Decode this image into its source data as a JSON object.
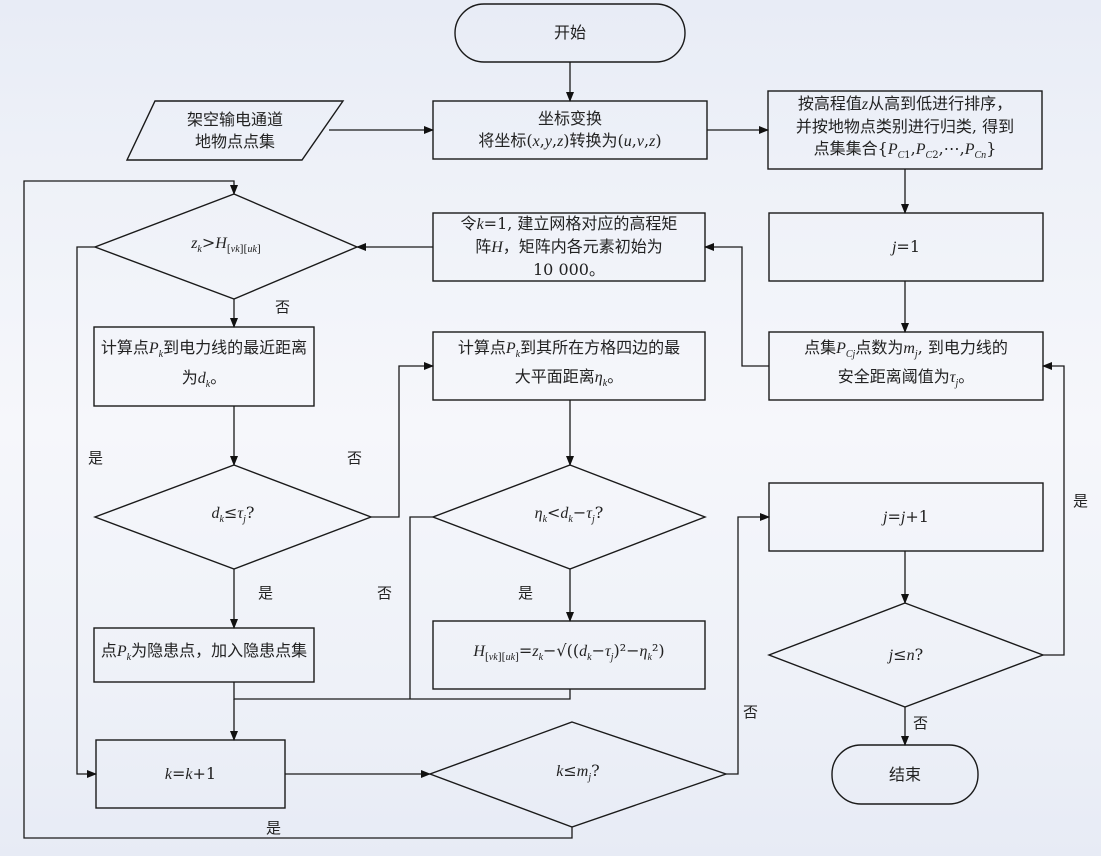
{
  "diagram": {
    "type": "flowchart",
    "nodes": {
      "start": {
        "kind": "terminator",
        "text": "开始"
      },
      "input": {
        "kind": "data",
        "lines": [
          "架空输电通道",
          "地物点点集"
        ]
      },
      "transform": {
        "kind": "process",
        "lines": [
          "坐标变换",
          "将坐标(x,y,z)转换为(u,v,z)"
        ]
      },
      "sort": {
        "kind": "process",
        "lines": [
          "按高程值z从高到低进行排序，",
          "并按地物点类别进行归类, 得到",
          "点集集合{P_C1,P_C2,⋯,P_Cn}"
        ]
      },
      "j_init": {
        "kind": "process",
        "text": "j=1"
      },
      "set_info": {
        "kind": "process",
        "lines": [
          "点集P_Cj点数为m_j, 到电力线的",
          "安全距离阈值为τ_j。"
        ]
      },
      "k_init": {
        "kind": "process",
        "lines": [
          "令k=1, 建立网格对应的高程矩",
          "阵H，矩阵内各元素初始为",
          "10 000。"
        ]
      },
      "cond_z": {
        "kind": "decision",
        "text": "z_k>H_[v_k][u_k]"
      },
      "calc_d": {
        "kind": "process",
        "lines": [
          "计算点P_k到电力线的最近距离",
          "为d_k。"
        ]
      },
      "calc_eta": {
        "kind": "process",
        "lines": [
          "计算点P_k到其所在方格四边的最",
          "大平面距离η_k。"
        ]
      },
      "cond_d": {
        "kind": "decision",
        "text": "d_k≤τ_j?"
      },
      "cond_eta": {
        "kind": "decision",
        "text": "η_k<d_k−τ_j?"
      },
      "hazard": {
        "kind": "process",
        "text": "点P_k为隐患点，加入隐患点集"
      },
      "update_H": {
        "kind": "process",
        "text": "H_[v_k][u_k]=z_k−√((d_k−τ_j)²−η_k²)"
      },
      "k_inc": {
        "kind": "process",
        "text": "k=k+1"
      },
      "cond_k": {
        "kind": "decision",
        "text": "k≤m_j?"
      },
      "j_inc": {
        "kind": "process",
        "text": "j=j+1"
      },
      "cond_j": {
        "kind": "decision",
        "text": "j≤n?"
      },
      "end": {
        "kind": "terminator",
        "text": "结束"
      }
    },
    "edge_labels": {
      "yes": "是",
      "no": "否"
    },
    "edges": [
      {
        "from": "start",
        "to": "transform"
      },
      {
        "from": "input",
        "to": "transform"
      },
      {
        "from": "transform",
        "to": "sort"
      },
      {
        "from": "sort",
        "to": "j_init"
      },
      {
        "from": "j_init",
        "to": "set_info"
      },
      {
        "from": "set_info",
        "to": "k_init"
      },
      {
        "from": "k_init",
        "to": "cond_z"
      },
      {
        "from": "cond_z",
        "to": "calc_d",
        "label": "否"
      },
      {
        "from": "cond_z",
        "to": "k_inc",
        "label": "是"
      },
      {
        "from": "calc_d",
        "to": "cond_d"
      },
      {
        "from": "cond_d",
        "to": "calc_eta",
        "label": "否"
      },
      {
        "from": "cond_d",
        "to": "hazard",
        "label": "是"
      },
      {
        "from": "calc_eta",
        "to": "cond_eta"
      },
      {
        "from": "cond_eta",
        "to": "update_H",
        "label": "是"
      },
      {
        "from": "cond_eta",
        "to": "k_inc",
        "label": "否"
      },
      {
        "from": "hazard",
        "to": "k_inc"
      },
      {
        "from": "update_H",
        "to": "k_inc"
      },
      {
        "from": "k_inc",
        "to": "cond_k"
      },
      {
        "from": "cond_k",
        "to": "cond_z",
        "label": "是"
      },
      {
        "from": "cond_k",
        "to": "j_inc",
        "label": "否"
      },
      {
        "from": "j_inc",
        "to": "cond_j"
      },
      {
        "from": "cond_j",
        "to": "set_info",
        "label": "是"
      },
      {
        "from": "cond_j",
        "to": "end",
        "label": "否"
      }
    ]
  }
}
